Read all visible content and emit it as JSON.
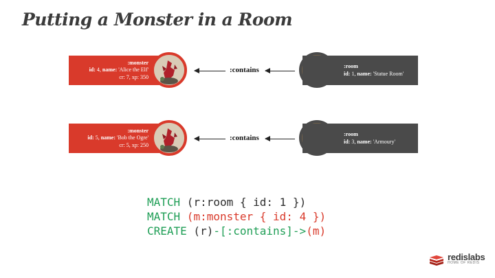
{
  "title": "Putting a Monster in a Room",
  "rows": [
    {
      "monster": {
        "type": ":monster",
        "line1_key": "id: ",
        "line1_val": "4, ",
        "line1_key2": "name: ",
        "line1_val2": "'Alice the Elf'",
        "line2": "cr: 7, xp: 350"
      },
      "relationship": ":contains",
      "room": {
        "type": ":room",
        "line1_key": "id: ",
        "line1_val": "1, ",
        "line1_key2": "name: ",
        "line1_val2": "'Statue Room'"
      }
    },
    {
      "monster": {
        "type": ":monster",
        "line1_key": "id: ",
        "line1_val": "5, ",
        "line1_key2": "name: ",
        "line1_val2": "'Bob the Ogre'",
        "line2": "cr: 5, xp: 250"
      },
      "relationship": ":contains",
      "room": {
        "type": ":room",
        "line1_key": "id: ",
        "line1_val": "3, ",
        "line1_key2": "name: ",
        "line1_val2": "'Armoury'"
      }
    }
  ],
  "code": {
    "line1_kw": "MATCH",
    "line1_rest": " (r:room { id: 1 })",
    "line2_kw": "MATCH",
    "line2_rest": " (m:monster { id: 4 })",
    "line3_kw": "CREATE",
    "line3_a": " (r)",
    "line3_b": "-[:contains]->",
    "line3_c": "(m)"
  },
  "logo": {
    "name": "redislabs",
    "tagline": "HOME OF REDIS"
  },
  "colors": {
    "monster": "#d93a2b",
    "room": "#4a4a4a",
    "keyword": "#1e9e55"
  }
}
